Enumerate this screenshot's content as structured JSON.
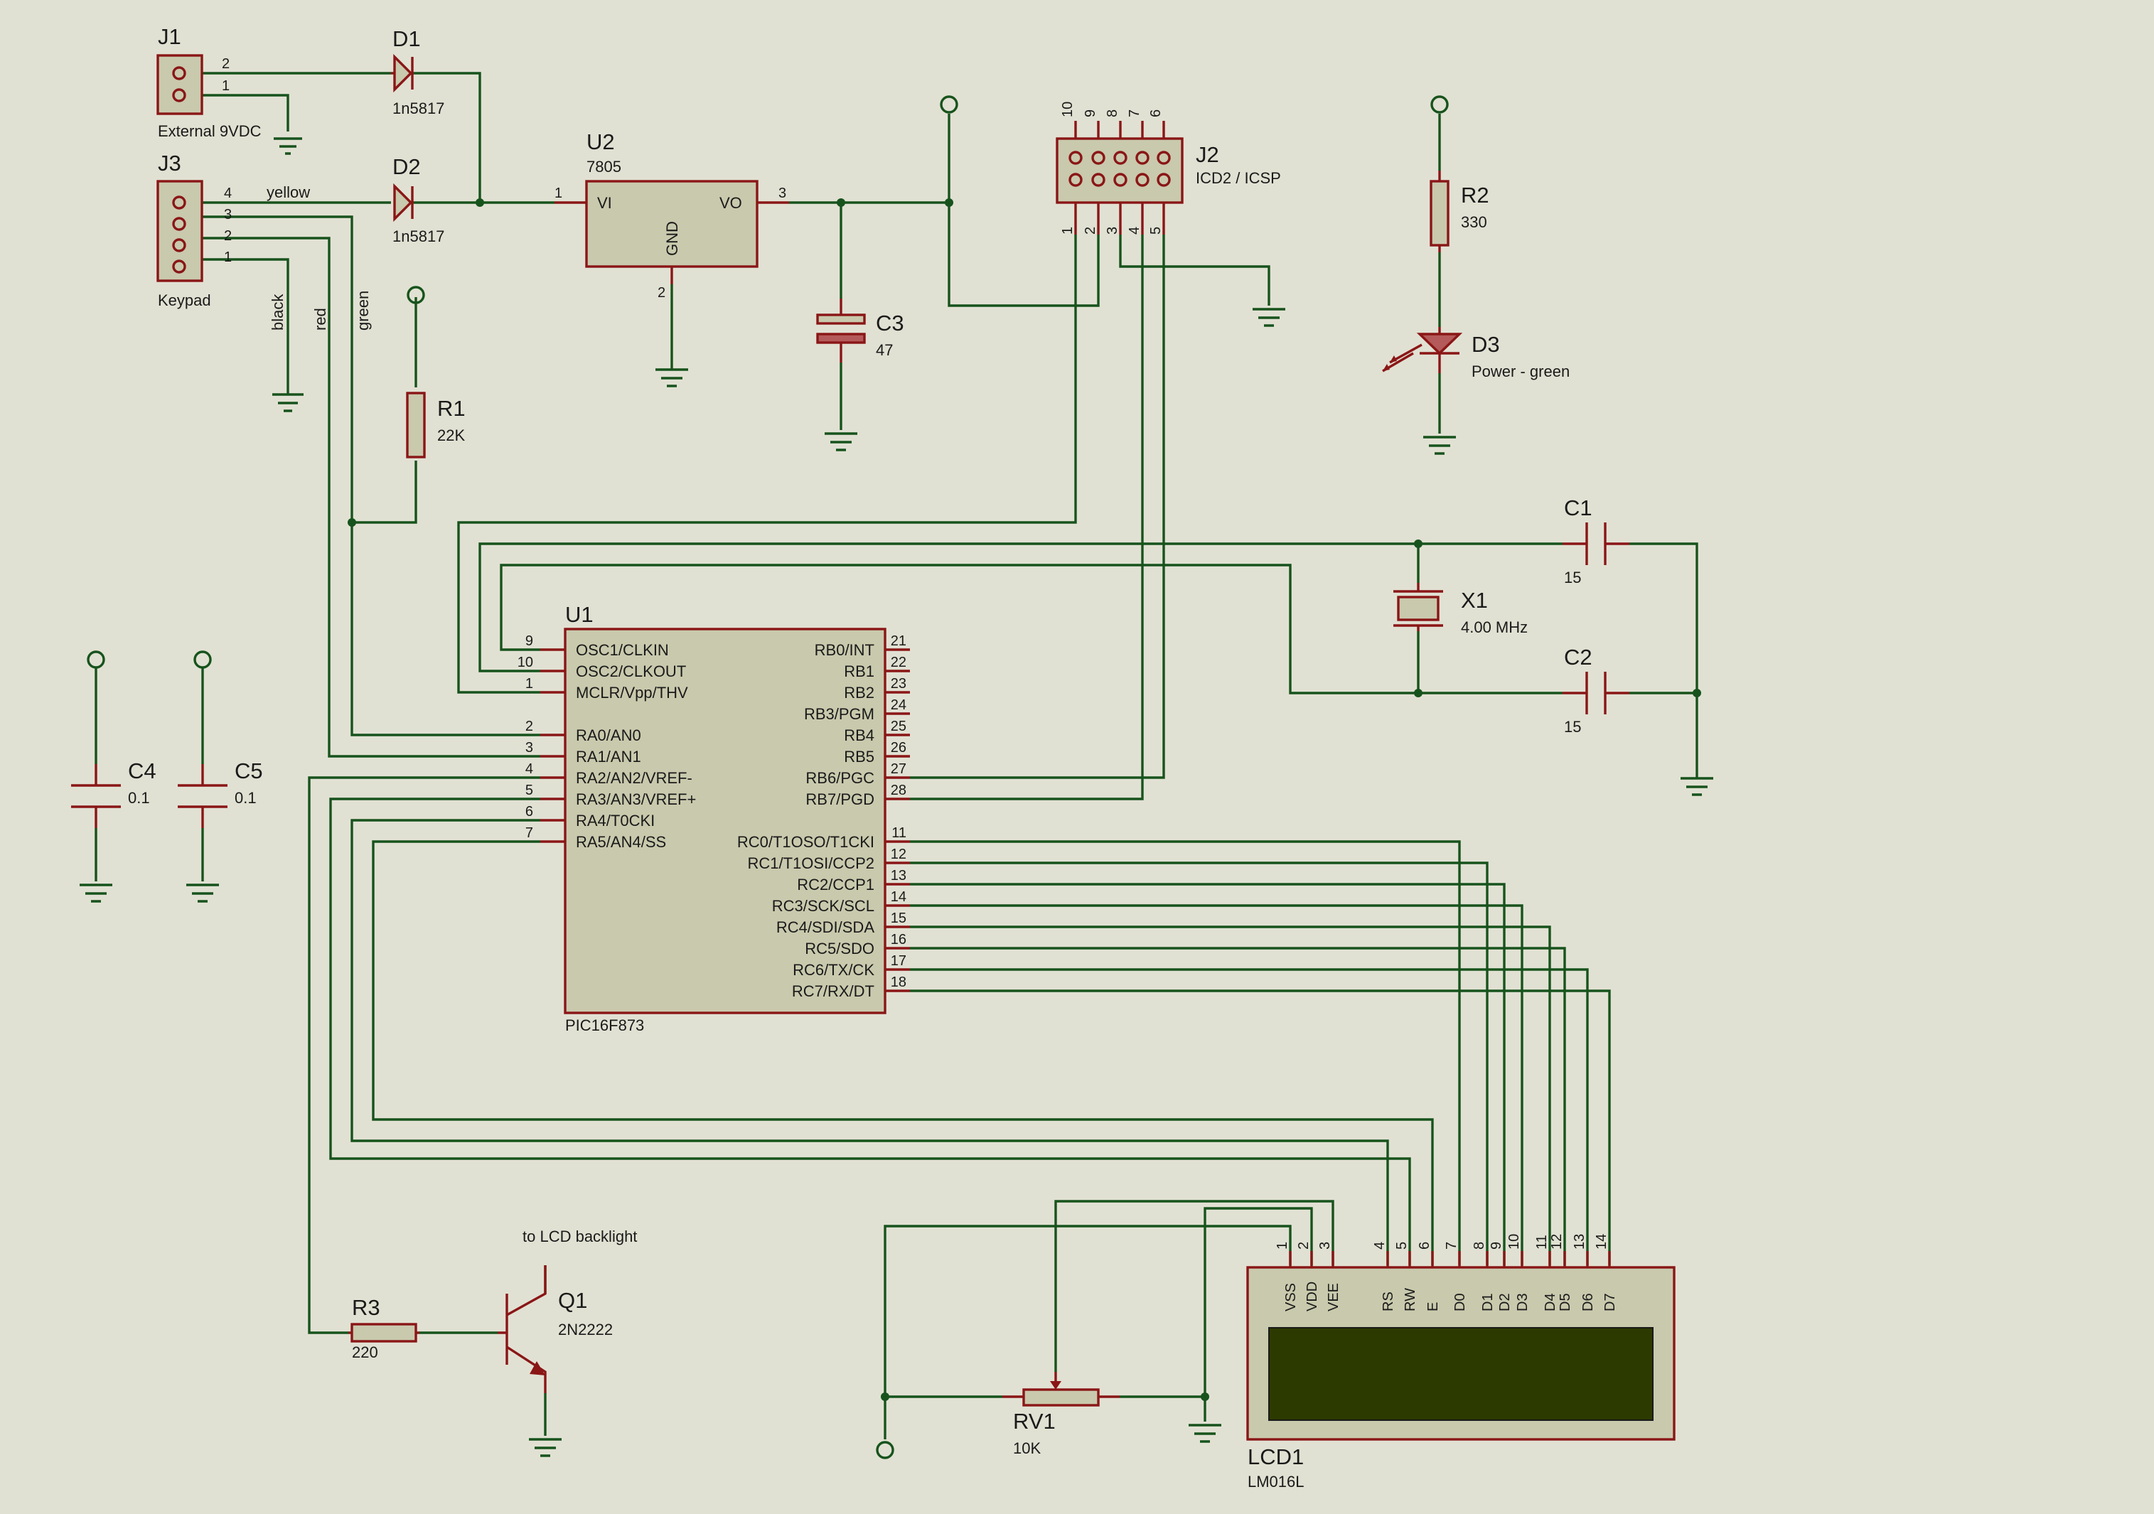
{
  "labels": {
    "J1": {
      "ref": "J1",
      "value": "External 9VDC",
      "pin2": "2",
      "pin1": "1"
    },
    "D1": {
      "ref": "D1",
      "value": "1n5817"
    },
    "D2": {
      "ref": "D2",
      "value": "1n5817"
    },
    "J3": {
      "ref": "J3",
      "value": "Keypad",
      "pins": [
        "4",
        "3",
        "2",
        "1"
      ],
      "wires": {
        "yellow": "yellow",
        "black": "black",
        "red": "red",
        "green": "green"
      }
    },
    "U2": {
      "ref": "U2",
      "value": "7805",
      "vi": "VI",
      "vo": "VO",
      "gnd": "GND",
      "p1": "1",
      "p2": "2",
      "p3": "3"
    },
    "C3": {
      "ref": "C3",
      "value": "47"
    },
    "J2": {
      "ref": "J2",
      "value": "ICD2 / ICSP",
      "top": [
        "10",
        "9",
        "8",
        "7",
        "6"
      ],
      "bottom": [
        "1",
        "2",
        "3",
        "4",
        "5"
      ]
    },
    "R2": {
      "ref": "R2",
      "value": "330"
    },
    "D3": {
      "ref": "D3",
      "value": "Power - green"
    },
    "R1": {
      "ref": "R1",
      "value": "22K"
    },
    "C1": {
      "ref": "C1",
      "value": "15"
    },
    "X1": {
      "ref": "X1",
      "value": "4.00 MHz"
    },
    "C2": {
      "ref": "C2",
      "value": "15"
    },
    "C4": {
      "ref": "C4",
      "value": "0.1"
    },
    "C5": {
      "ref": "C5",
      "value": "0.1"
    },
    "R3": {
      "ref": "R3",
      "value": "220"
    },
    "Q1": {
      "ref": "Q1",
      "value": "2N2222",
      "note": "to LCD backlight"
    },
    "RV1": {
      "ref": "RV1",
      "value": "10K"
    },
    "LCD1": {
      "ref": "LCD1",
      "value": "LM016L",
      "pins": [
        "VSS",
        "VDD",
        "VEE",
        "RS",
        "RW",
        "E",
        "D0",
        "D1",
        "D2",
        "D3",
        "D4",
        "D5",
        "D6",
        "D7"
      ],
      "nums": [
        "1",
        "2",
        "3",
        "4",
        "5",
        "6",
        "7",
        "8",
        "9",
        "10",
        "11",
        "12",
        "13",
        "14"
      ]
    },
    "U1": {
      "ref": "U1",
      "value": "PIC16F873",
      "left": [
        {
          "n": "9",
          "name": "OSC1/CLKIN"
        },
        {
          "n": "10",
          "name": "OSC2/CLKOUT"
        },
        {
          "n": "1",
          "name": "MCLR/Vpp/THV"
        },
        {
          "n": "2",
          "name": "RA0/AN0"
        },
        {
          "n": "3",
          "name": "RA1/AN1"
        },
        {
          "n": "4",
          "name": "RA2/AN2/VREF-"
        },
        {
          "n": "5",
          "name": "RA3/AN3/VREF+"
        },
        {
          "n": "6",
          "name": "RA4/T0CKI"
        },
        {
          "n": "7",
          "name": "RA5/AN4/SS"
        }
      ],
      "right": [
        {
          "n": "21",
          "name": "RB0/INT"
        },
        {
          "n": "22",
          "name": "RB1"
        },
        {
          "n": "23",
          "name": "RB2"
        },
        {
          "n": "24",
          "name": "RB3/PGM"
        },
        {
          "n": "25",
          "name": "RB4"
        },
        {
          "n": "26",
          "name": "RB5"
        },
        {
          "n": "27",
          "name": "RB6/PGC"
        },
        {
          "n": "28",
          "name": "RB7/PGD"
        },
        {
          "n": "11",
          "name": "RC0/T1OSO/T1CKI"
        },
        {
          "n": "12",
          "name": "RC1/T1OSI/CCP2"
        },
        {
          "n": "13",
          "name": "RC2/CCP1"
        },
        {
          "n": "14",
          "name": "RC3/SCK/SCL"
        },
        {
          "n": "15",
          "name": "RC4/SDI/SDA"
        },
        {
          "n": "16",
          "name": "RC5/SDO"
        },
        {
          "n": "17",
          "name": "RC6/TX/CK"
        },
        {
          "n": "18",
          "name": "RC7/RX/DT"
        }
      ]
    }
  }
}
